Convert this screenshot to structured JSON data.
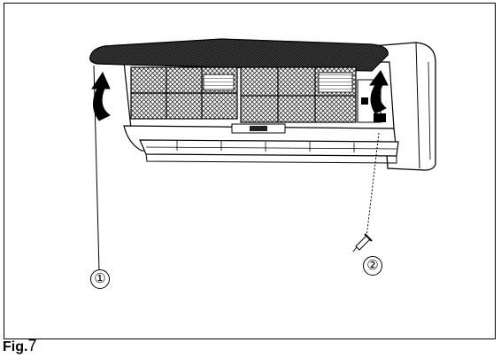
{
  "figure": {
    "label_prefix": "Fig.",
    "label_number": "7"
  },
  "callouts": [
    {
      "id": "1",
      "text": "①"
    },
    {
      "id": "2",
      "text": "②"
    }
  ],
  "colors": {
    "line": "#000000",
    "panel_dark": "#2b2b2b",
    "filter_fill": "#9a9a9a",
    "background": "#ffffff"
  },
  "icons": [
    "arrow-up-curved-icon",
    "screw-icon"
  ]
}
